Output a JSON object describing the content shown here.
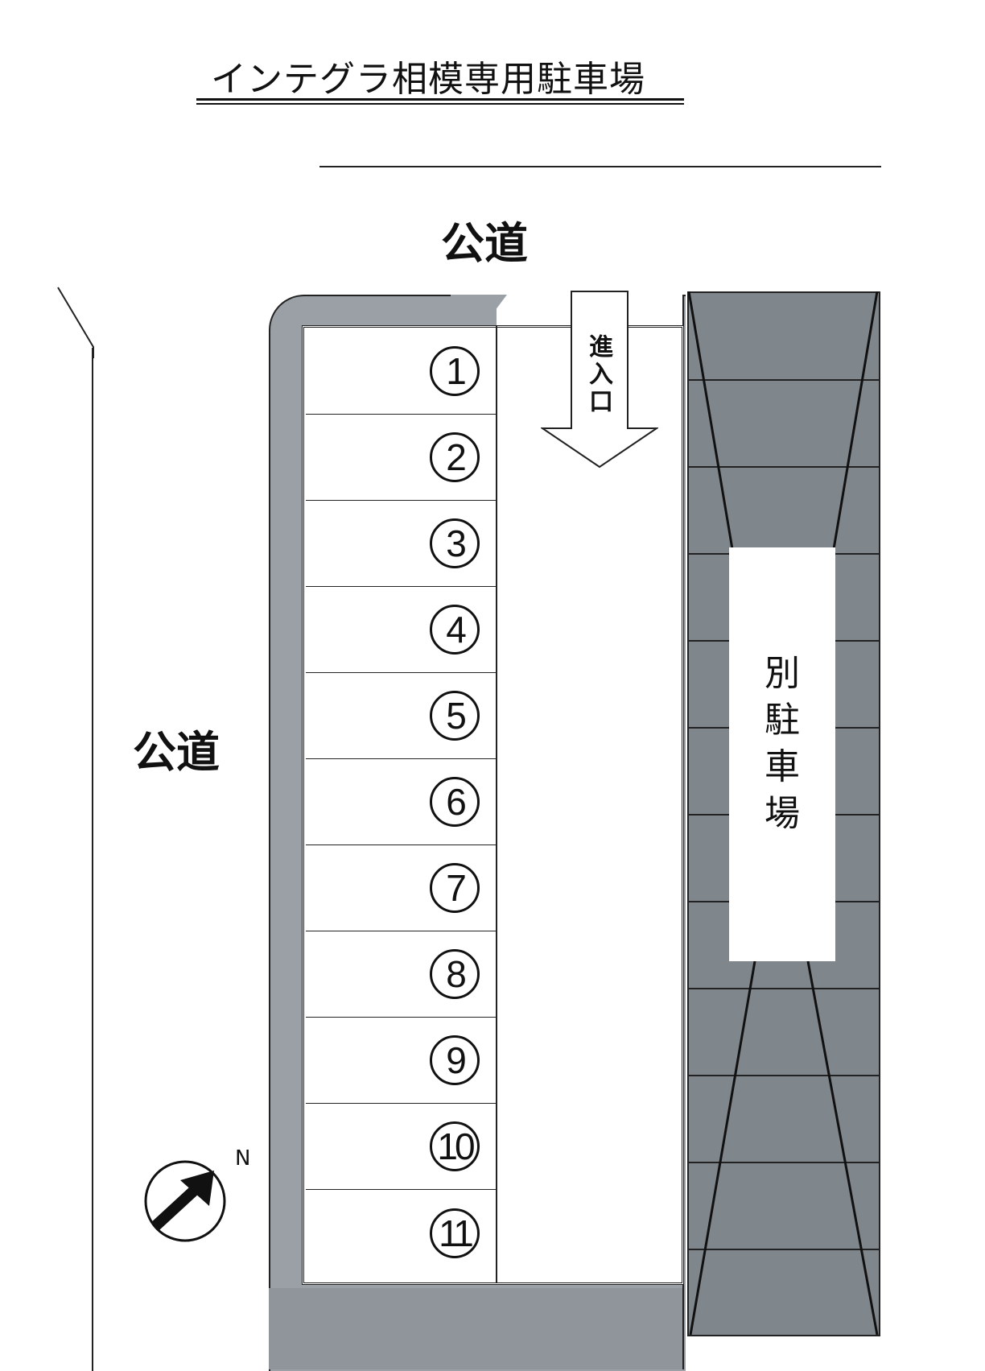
{
  "title": "インテグラ相模専用駐車場",
  "roads": {
    "top_label": "公道",
    "left_label": "公道"
  },
  "entrance": {
    "label": "進入口",
    "chars": [
      "進",
      "入",
      "口"
    ],
    "arrow_direction": "down"
  },
  "parking_spaces": [
    {
      "number": 1,
      "label": "①"
    },
    {
      "number": 2,
      "label": "②"
    },
    {
      "number": 3,
      "label": "③"
    },
    {
      "number": 4,
      "label": "④"
    },
    {
      "number": 5,
      "label": "⑤"
    },
    {
      "number": 6,
      "label": "⑥"
    },
    {
      "number": 7,
      "label": "⑦"
    },
    {
      "number": 8,
      "label": "⑧"
    },
    {
      "number": 9,
      "label": "⑨"
    },
    {
      "number": 10,
      "label": "⑩"
    },
    {
      "number": 11,
      "label": "⑪"
    }
  ],
  "other_lot": {
    "label": "別駐車場",
    "chars": [
      "別",
      "駐",
      "車",
      "場"
    ]
  },
  "compass": {
    "label": "N",
    "icon": "north-arrow-icon"
  },
  "colors": {
    "lot_gray": "#9aa0a6",
    "other_lot_gray": "#7f868c",
    "line": "#222222",
    "background": "#ffffff"
  }
}
